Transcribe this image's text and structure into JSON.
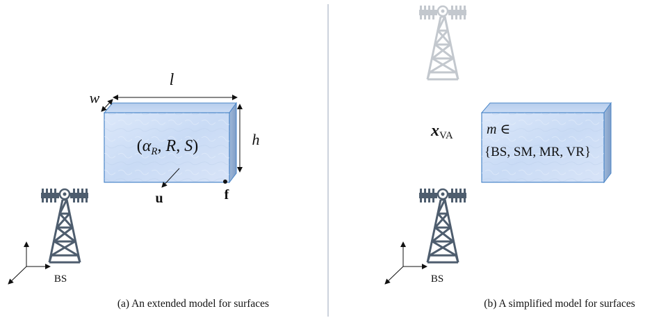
{
  "panel_a": {
    "caption": "(a) An extended model for surfaces",
    "dim_length": "l",
    "dim_width": "w",
    "dim_height": "h",
    "params": {
      "open": "(",
      "alpha": "α",
      "alpha_sub": "R",
      "sep1": ", ",
      "R": "R",
      "sep2": ", ",
      "S": "S",
      "close": ")"
    },
    "normal_label": "u",
    "corner_label": "f",
    "bs_label": "BS"
  },
  "panel_b": {
    "caption": "(b) A simplified model for surfaces",
    "virtual_anchor": {
      "symbol": "x",
      "sub": "VA"
    },
    "material_line1": {
      "var": "m",
      "op": " ∈"
    },
    "material_line2": "{BS, SM, MR, VR}",
    "bs_label": "BS"
  },
  "colors": {
    "surface_fill": "#cfe0f7",
    "surface_edge": "#4a86c8",
    "tower_dark": "#4e5d6e",
    "tower_faded": "#c3c8ce",
    "divider": "#9aa4b8"
  }
}
